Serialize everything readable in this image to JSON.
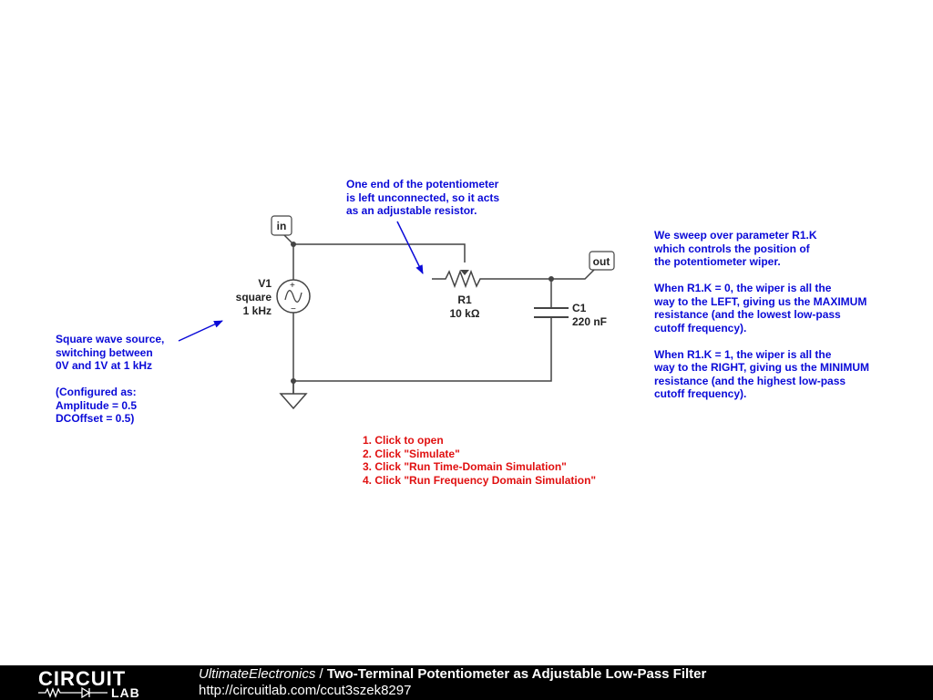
{
  "schematic": {
    "labels": {
      "in": "in",
      "out": "out",
      "v1_name": "V1",
      "v1_type": "square",
      "v1_freq": "1 kHz",
      "r1_name": "R1",
      "r1_value": "10 kΩ",
      "c1_name": "C1",
      "c1_value": "220 nF"
    },
    "wire_color": "#444444"
  },
  "notes": {
    "potentiometer": [
      "One end of the potentiometer",
      "is left unconnected, so it acts",
      "as an adjustable resistor."
    ],
    "source": [
      "Square wave source,",
      "switching between",
      "0V and 1V at 1 kHz",
      "",
      "(Configured as:",
      "Amplitude = 0.5",
      "DCOffset = 0.5)"
    ],
    "sweep": [
      "We sweep over parameter R1.K",
      "which controls the position of",
      "the potentiometer wiper.",
      "",
      "When R1.K = 0, the wiper is all the",
      "way to the LEFT, giving us the MAXIMUM",
      "resistance (and the lowest low-pass",
      "cutoff frequency).",
      "",
      "When R1.K = 1, the wiper is all the",
      "way to the RIGHT, giving us the MINIMUM",
      "resistance (and the highest low-pass",
      "cutoff frequency)."
    ],
    "instructions": [
      "1. Click to open",
      "2. Click \"Simulate\"",
      "3. Click \"Run Time-Domain Simulation\"",
      "4. Click \"Run Frequency Domain Simulation\""
    ]
  },
  "colors": {
    "annotation": "#0a0ad8",
    "instructions": "#e01010",
    "footer_bg": "#000000"
  },
  "footer": {
    "logo_top": "CIRCUIT",
    "logo_bottom": "LAB",
    "author": "UltimateElectronics",
    "separator": " / ",
    "title": "Two-Terminal Potentiometer as Adjustable Low-Pass Filter",
    "url": "http://circuitlab.com/ccut3szek8297"
  }
}
